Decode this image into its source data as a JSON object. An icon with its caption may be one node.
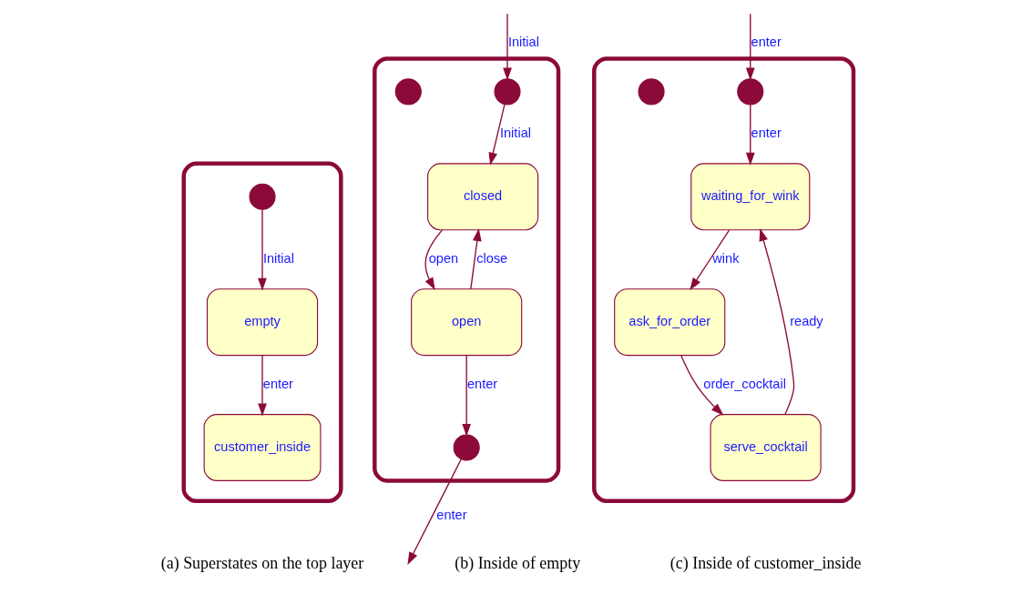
{
  "diagram": {
    "nodes": [
      {
        "text": [],
        "shape": "box"
      },
      {
        "text": [],
        "shape": "circle",
        "in": 0
      },
      {
        "text": [
          "empty"
        ],
        "in": 0
      },
      {
        "text": [
          "customer_inside"
        ],
        "in": 0
      },
      {
        "text": [],
        "shape": "box"
      },
      {
        "text": [],
        "shape": "circle",
        "in": 4
      },
      {
        "text": [],
        "shape": "circle",
        "in": 4
      },
      {
        "text": [
          "closed"
        ],
        "in": 4
      },
      {
        "text": [
          "open"
        ],
        "in": 4
      },
      {
        "text": [],
        "shape": "circle",
        "in": 4
      },
      {
        "text": [],
        "shape": "box"
      },
      {
        "text": [],
        "shape": "circle",
        "in": 10
      },
      {
        "text": [],
        "shape": "circle",
        "in": 10
      },
      {
        "text": [
          "ask_for_order"
        ],
        "in": 10
      },
      {
        "text": [
          "waiting_for_wink"
        ],
        "in": 10
      },
      {
        "text": [
          "serve_cocktail"
        ],
        "in": 10
      }
    ],
    "edges": [
      {
        "from": 1,
        "to": 2,
        "arrow": "to",
        "label": "Initial"
      },
      {
        "from": 2,
        "to": 3,
        "arrow": "to",
        "label": "enter"
      },
      {
        "from": null,
        "to": 6,
        "arrow": "to",
        "label": "Initial"
      },
      {
        "from": 6,
        "to": 7,
        "arrow": "to",
        "label": "Initial"
      },
      {
        "from": 7,
        "to": 8,
        "arrow": "to",
        "label": "open"
      },
      {
        "from": 8,
        "to": 7,
        "arrow": "to",
        "label": "close"
      },
      {
        "from": 8,
        "to": 9,
        "arrow": "to",
        "label": "enter"
      },
      {
        "from": 9,
        "to": null,
        "arrow": "to",
        "label": "enter"
      },
      {
        "from": null,
        "to": 12,
        "arrow": "to",
        "label": "enter"
      },
      {
        "from": 12,
        "to": 14,
        "arrow": "to",
        "label": "enter"
      },
      {
        "from": 14,
        "to": 13,
        "arrow": "to",
        "label": "wink"
      },
      {
        "from": 13,
        "to": 15,
        "arrow": "to",
        "label": "order_cocktail"
      },
      {
        "from": 15,
        "to": 14,
        "arrow": "to",
        "label": "ready"
      }
    ],
    "labels": [
      "(a) Superstates on the top layer",
      "(b) Inside of empty",
      "(c) Inside of customer_inside"
    ]
  }
}
